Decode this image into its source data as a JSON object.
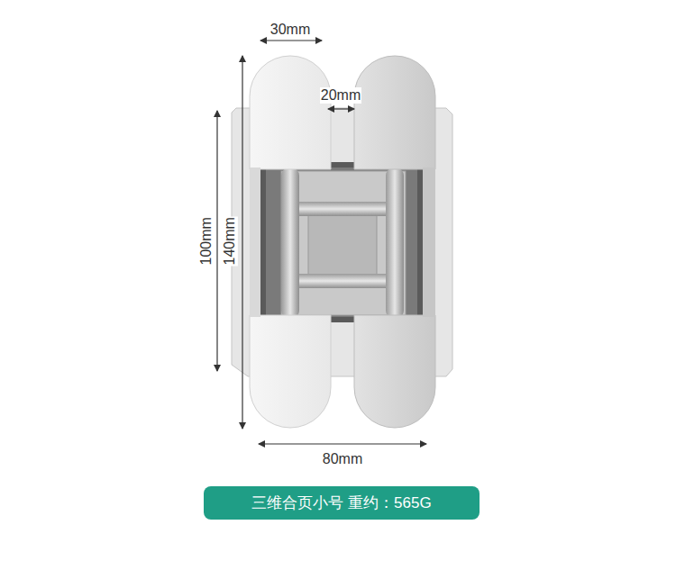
{
  "diagram": {
    "nodes": [
      {
        "text": [
          "三维合页小号 重约：565G"
        ]
      }
    ],
    "labels": [
      "30mm",
      "20mm",
      "100mm",
      "140mm",
      "80mm"
    ]
  }
}
